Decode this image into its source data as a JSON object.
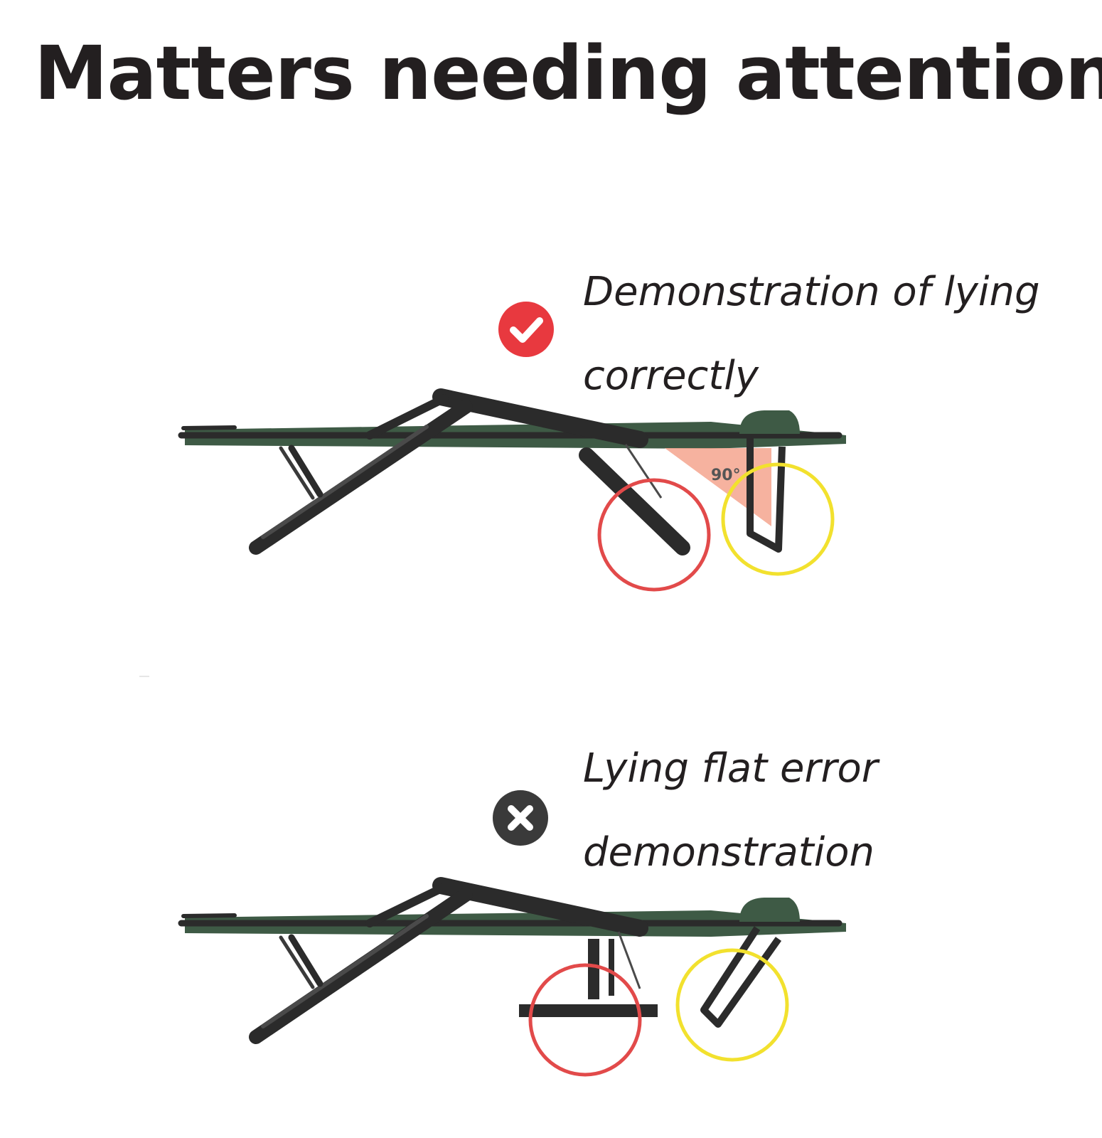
{
  "title": "Matters needing attention",
  "sections": [
    {
      "status": "correct",
      "icon": "checkmark-icon",
      "color": "#e8393f",
      "caption_lines": [
        "Demonstration of lying",
        "correctly"
      ],
      "angle_label": "90°"
    },
    {
      "status": "error",
      "icon": "cross-icon",
      "color": "#3a3a3a",
      "caption_lines": [
        "Lying flat error",
        "demonstration"
      ]
    }
  ],
  "colors": {
    "fabric": "#3e5a45",
    "frame": "#2b2b2b",
    "red_circle": "#e24a4a",
    "yellow_circle": "#f2e12e",
    "angle_fill": "#f4a58e"
  }
}
